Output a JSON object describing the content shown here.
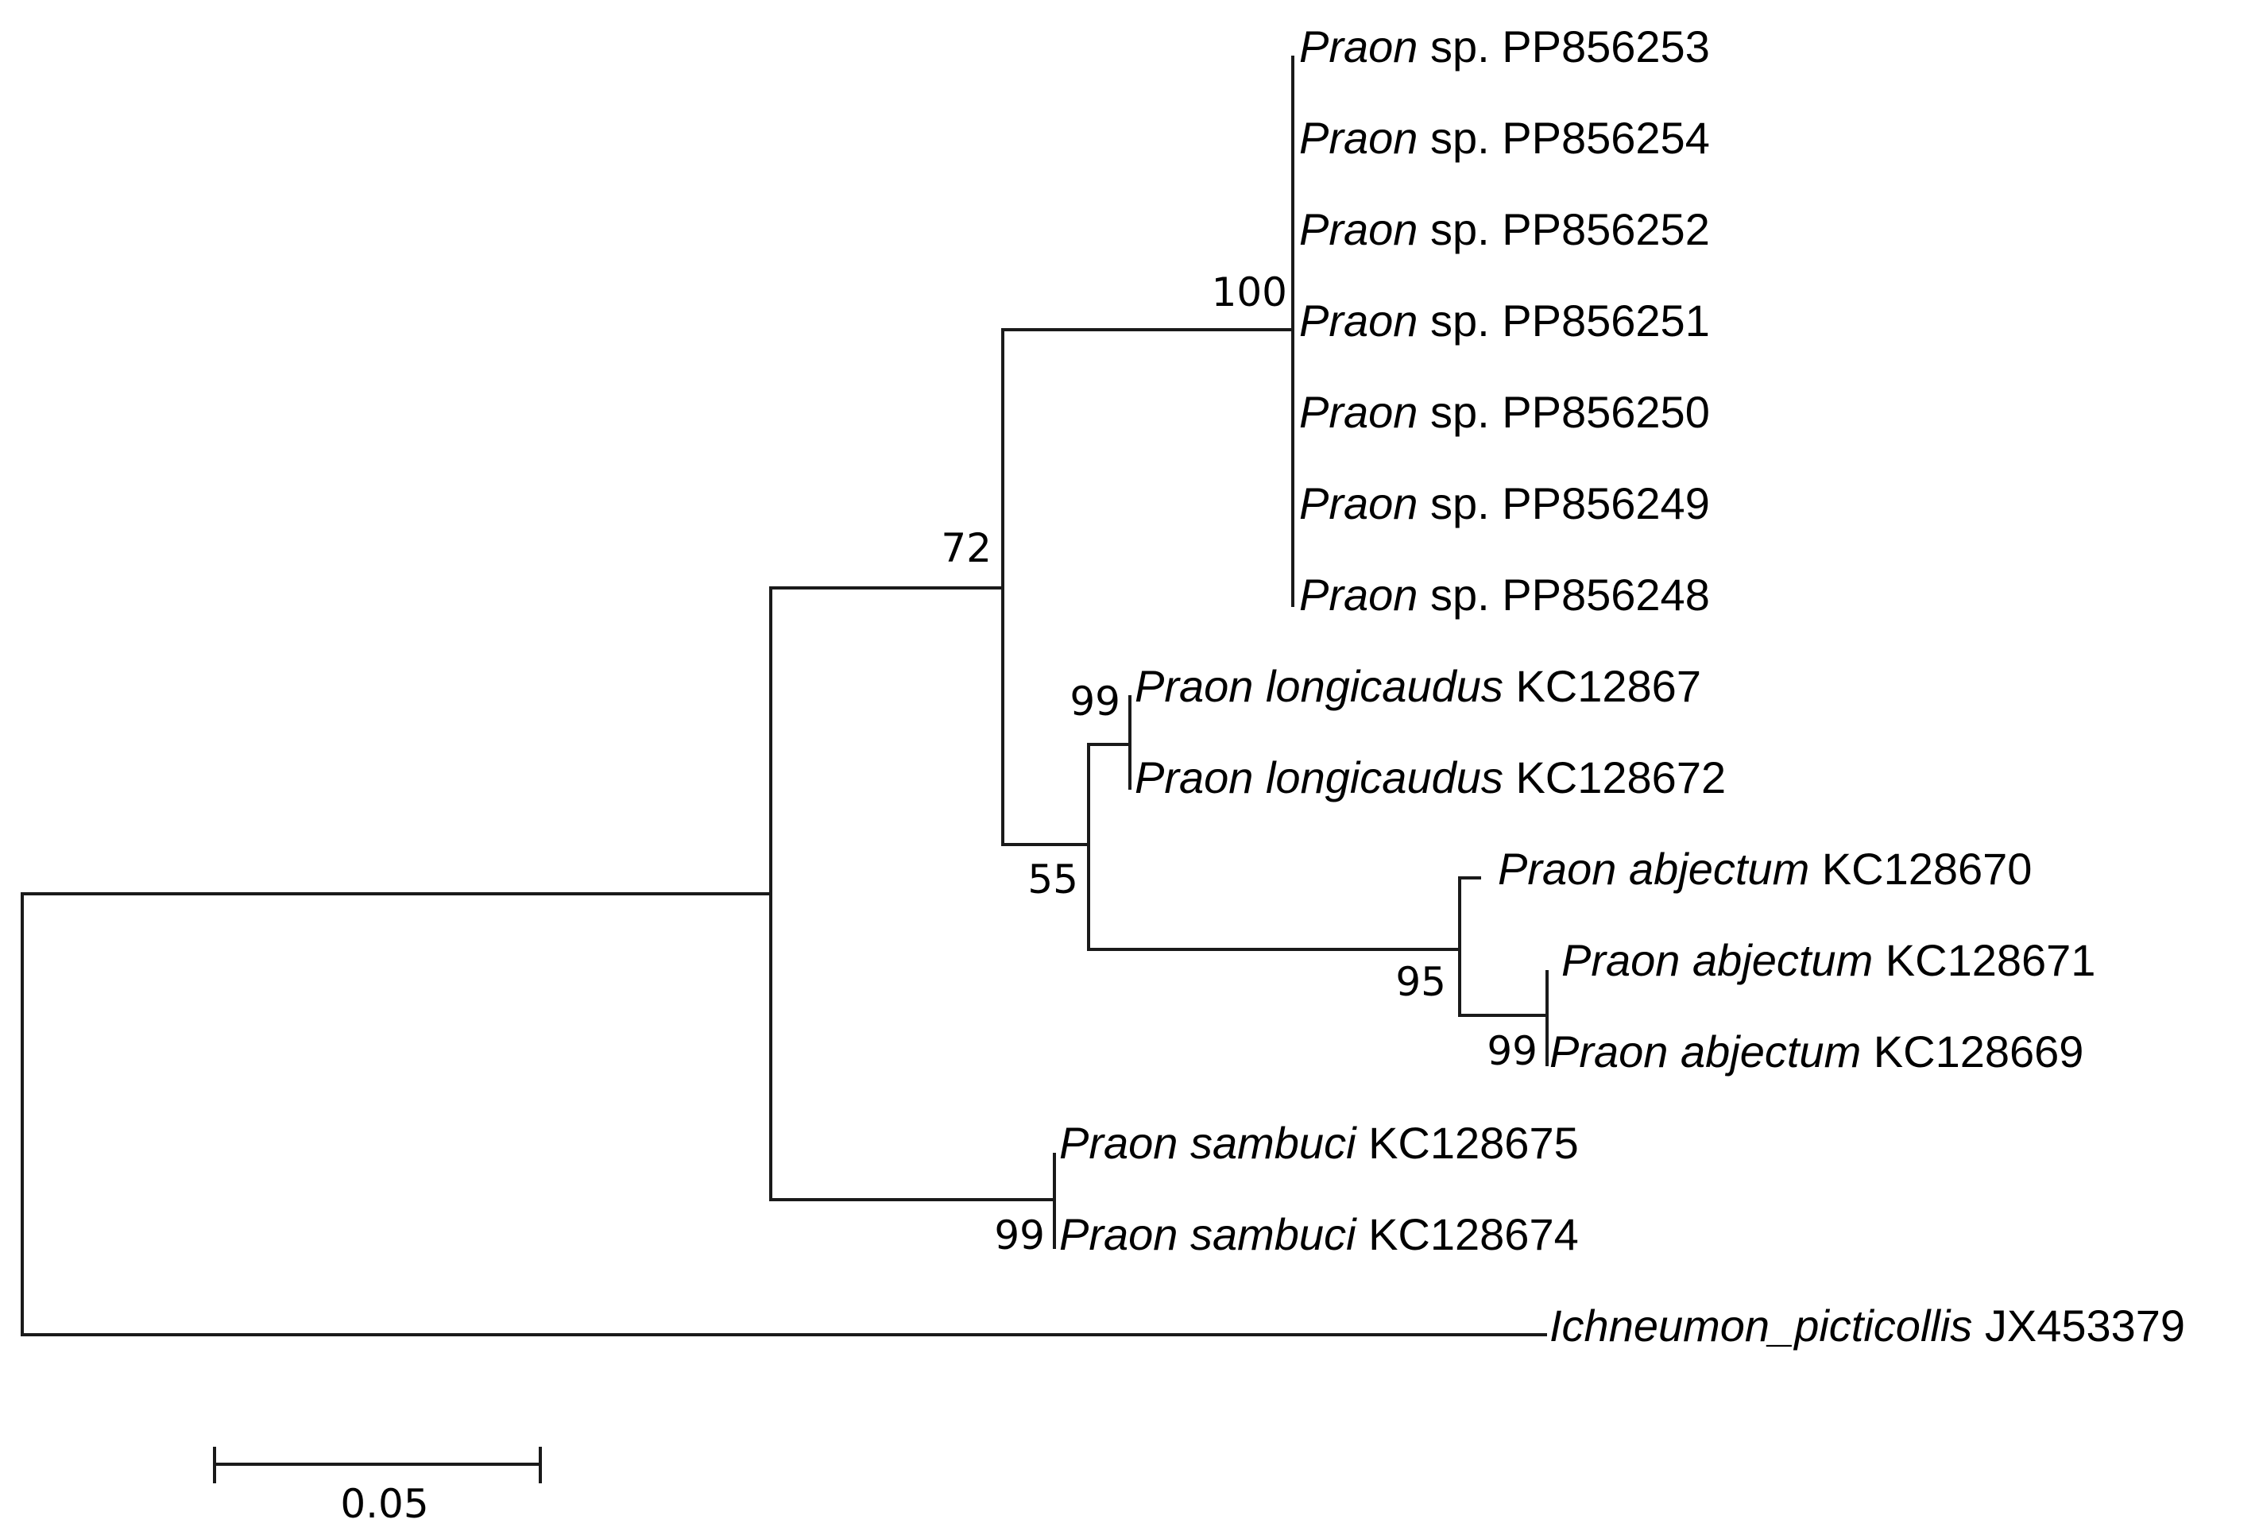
{
  "tree": {
    "taxa": [
      {
        "id": "t1",
        "genus": "Praon",
        "epithet": "sp.",
        "accession": "PP856253"
      },
      {
        "id": "t2",
        "genus": "Praon",
        "epithet": "sp.",
        "accession": "PP856254"
      },
      {
        "id": "t3",
        "genus": "Praon",
        "epithet": "sp.",
        "accession": "PP856252"
      },
      {
        "id": "t4",
        "genus": "Praon",
        "epithet": "sp.",
        "accession": "PP856251"
      },
      {
        "id": "t5",
        "genus": "Praon",
        "epithet": "sp.",
        "accession": "PP856250"
      },
      {
        "id": "t6",
        "genus": "Praon",
        "epithet": "sp.",
        "accession": "PP856249"
      },
      {
        "id": "t7",
        "genus": "Praon",
        "epithet": "sp.",
        "accession": "PP856248"
      },
      {
        "id": "t8",
        "genus": "Praon longicaudus",
        "epithet": "",
        "accession": "KC12867"
      },
      {
        "id": "t9",
        "genus": "Praon longicaudus",
        "epithet": "",
        "accession": "KC128672"
      },
      {
        "id": "t10",
        "genus": "Praon abjectum",
        "epithet": "",
        "accession": "KC128670"
      },
      {
        "id": "t11",
        "genus": "Praon abjectum",
        "epithet": "",
        "accession": "KC128671"
      },
      {
        "id": "t12",
        "genus": "Praon abjectum",
        "epithet": "",
        "accession": "KC128669"
      },
      {
        "id": "t13",
        "genus": "Praon sambuci",
        "epithet": "",
        "accession": "KC128675"
      },
      {
        "id": "t14",
        "genus": "Praon sambuci",
        "epithet": "",
        "accession": "KC128674"
      },
      {
        "id": "t15",
        "genus": "Ichneumon_picticollis",
        "epithet": "",
        "accession": "JX453379"
      }
    ],
    "support_values": {
      "praon_sp_clade": "100",
      "praon_sp_plus_rest": "72",
      "longicaudus_abjectum": "55",
      "longicaudus": "99",
      "abjectum": "95",
      "abjectum_inner": "99",
      "sambuci": "99"
    },
    "scale_bar": {
      "value": 0.05,
      "label": "0.05"
    }
  }
}
